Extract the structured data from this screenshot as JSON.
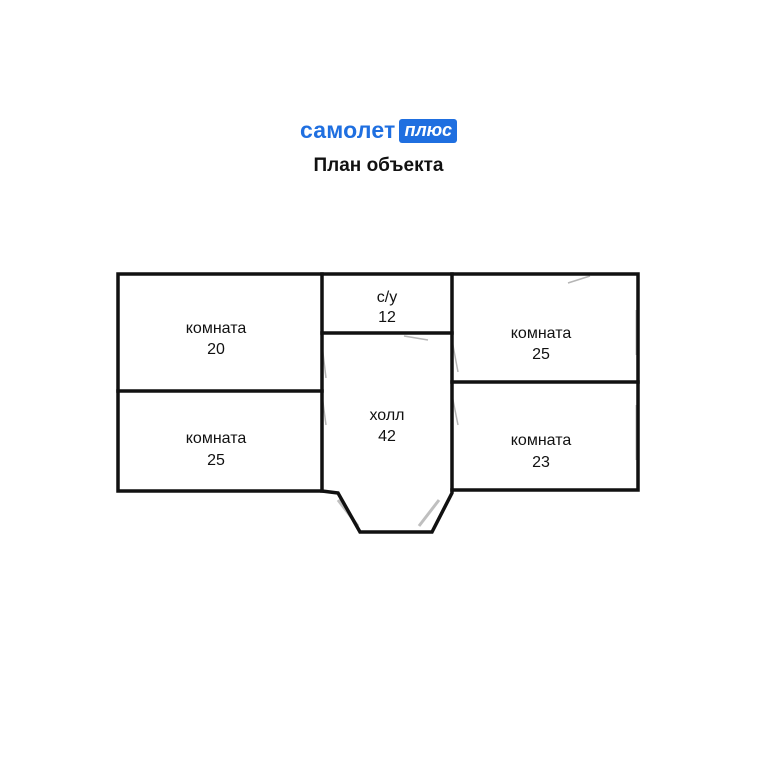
{
  "header": {
    "brand_word": "самолет",
    "brand_badge": "плюс",
    "title": "План объекта"
  },
  "rooms": [
    {
      "label": "комната",
      "area": "20"
    },
    {
      "label": "комната",
      "area": "25"
    },
    {
      "label": "с/у",
      "area": "12"
    },
    {
      "label": "холл",
      "area": "42"
    },
    {
      "label": "комната",
      "area": "25"
    },
    {
      "label": "комната",
      "area": "23"
    }
  ],
  "colors": {
    "brand": "#1f6fe0",
    "wall": "#111111",
    "window": "#bfbfbf"
  }
}
